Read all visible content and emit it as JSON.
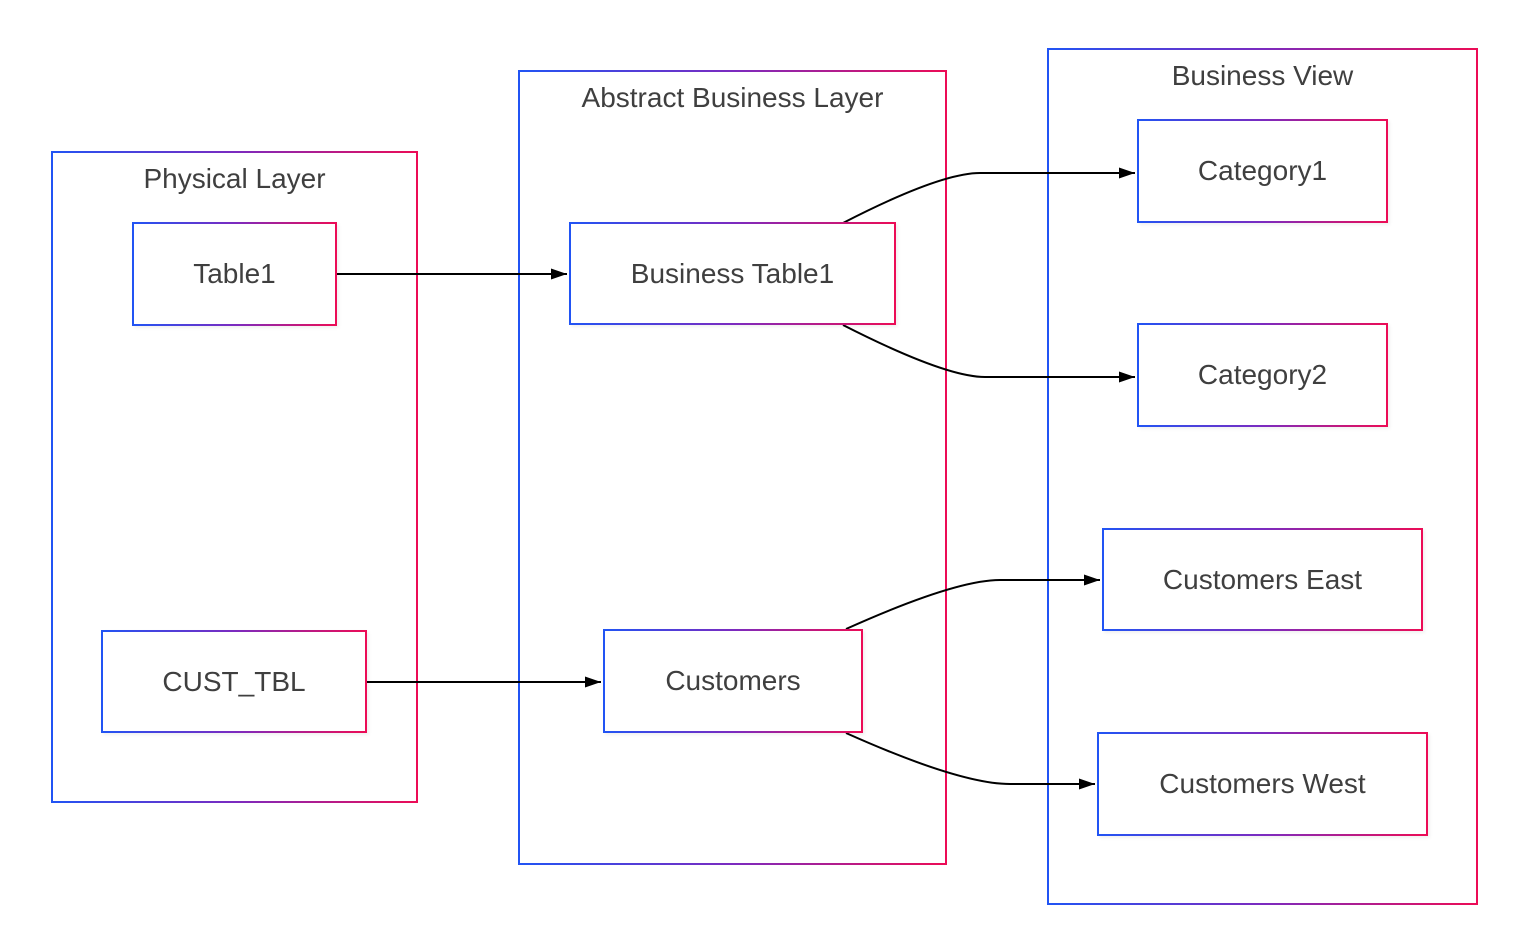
{
  "diagram": {
    "colors": {
      "border_gradient_start": "#2154f4",
      "border_gradient_mid": "#7b2bc0",
      "border_gradient_end": "#ec0c56",
      "edge_line": "#000000",
      "text": "#3f3f3f",
      "background": "#ffffff"
    },
    "containers": [
      {
        "title": "Physical Layer",
        "nodes": [
          {
            "label": "Table1"
          },
          {
            "label": "CUST_TBL"
          }
        ]
      },
      {
        "title": "Abstract Business Layer",
        "nodes": [
          {
            "label": "Business Table1"
          },
          {
            "label": "Customers"
          }
        ]
      },
      {
        "title": "Business View",
        "nodes": [
          {
            "label": "Category1"
          },
          {
            "label": "Category2"
          },
          {
            "label": "Customers East"
          },
          {
            "label": "Customers West"
          }
        ]
      }
    ],
    "edges": [
      {
        "from": "Table1",
        "to": "Business Table1"
      },
      {
        "from": "CUST_TBL",
        "to": "Customers"
      },
      {
        "from": "Business Table1",
        "to": "Category1"
      },
      {
        "from": "Business Table1",
        "to": "Category2"
      },
      {
        "from": "Customers",
        "to": "Customers East"
      },
      {
        "from": "Customers",
        "to": "Customers West"
      }
    ]
  }
}
